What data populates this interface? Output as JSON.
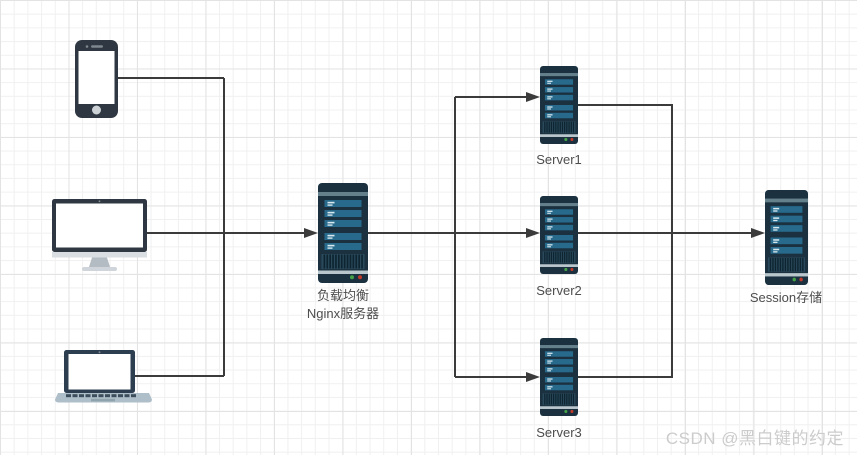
{
  "diagram": {
    "type": "network-topology",
    "nodes": [
      {
        "id": "client-phone",
        "icon": "smartphone-icon",
        "label": ""
      },
      {
        "id": "client-desktop",
        "icon": "desktop-monitor-icon",
        "label": ""
      },
      {
        "id": "client-laptop",
        "icon": "laptop-icon",
        "label": ""
      },
      {
        "id": "nginx-load-balancer",
        "icon": "server-icon",
        "label_line1": "负载均衡",
        "label_line2": "Nginx服务器"
      },
      {
        "id": "server1",
        "icon": "server-icon",
        "label": "Server1"
      },
      {
        "id": "server2",
        "icon": "server-icon",
        "label": "Server2"
      },
      {
        "id": "server3",
        "icon": "server-icon",
        "label": "Server3"
      },
      {
        "id": "session-store",
        "icon": "server-icon",
        "label": "Session存储"
      }
    ],
    "edges": [
      {
        "from": "client-phone",
        "to": "nginx-load-balancer"
      },
      {
        "from": "client-desktop",
        "to": "nginx-load-balancer"
      },
      {
        "from": "client-laptop",
        "to": "nginx-load-balancer"
      },
      {
        "from": "nginx-load-balancer",
        "to": "server1"
      },
      {
        "from": "nginx-load-balancer",
        "to": "server2"
      },
      {
        "from": "nginx-load-balancer",
        "to": "server3"
      },
      {
        "from": "server1",
        "to": "session-store"
      },
      {
        "from": "server2",
        "to": "session-store"
      },
      {
        "from": "server3",
        "to": "session-store"
      }
    ]
  },
  "watermark": {
    "text": "CSDN @黑白键的约定",
    "color": "#cccccc"
  },
  "colors": {
    "connector": "#3b3b3b",
    "label_text": "#4d4d4d",
    "grid_minor": "#f0f0f0",
    "grid_major": "#e3e3e3",
    "server_body": "#1b3140",
    "server_top_stripe": "#64808b",
    "server_bar": "#276a8c",
    "server_bar_dash": "#d6e7ee",
    "server_vent_bg": "#2a4a5c",
    "server_vent_line": "#0e2531",
    "server_base_strip": "#b9c6cc",
    "led_green": "#43a047",
    "led_red": "#c0392b",
    "device_body": "#2f3842",
    "device_screen": "#ffffff"
  }
}
